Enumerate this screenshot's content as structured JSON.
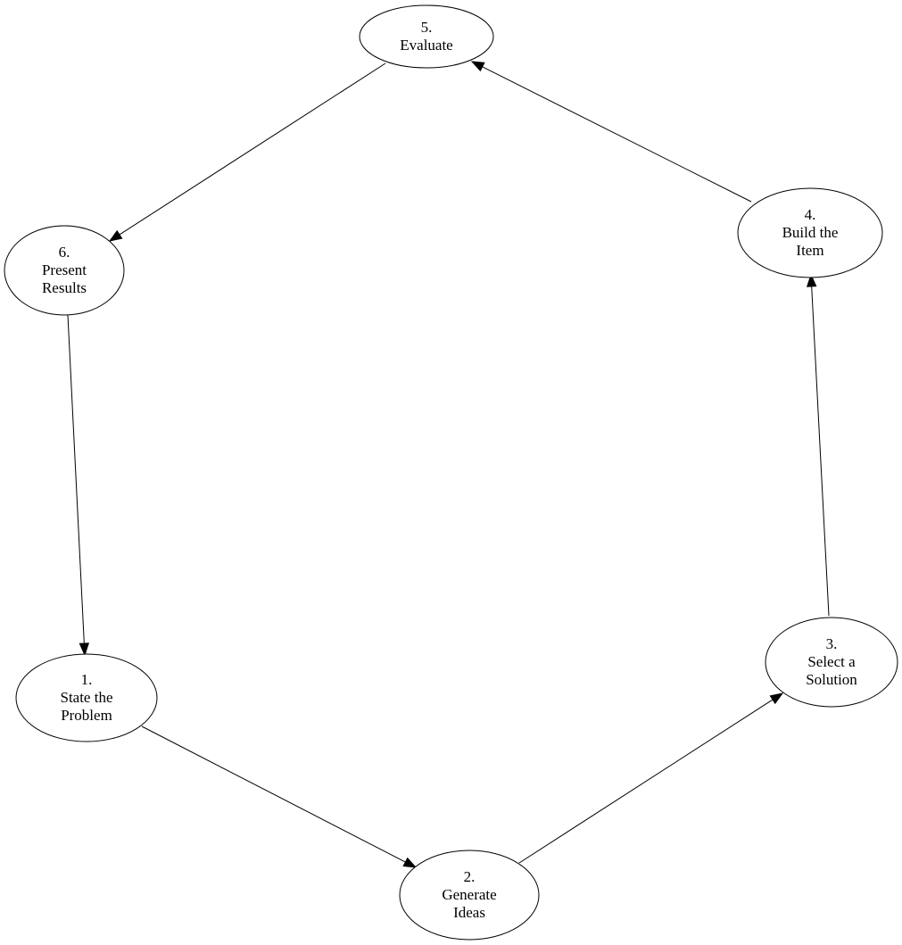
{
  "diagram": {
    "type": "directed-cycle",
    "colors": {
      "stroke": "#000000",
      "fill": "#ffffff",
      "text": "#000000"
    },
    "nodes": [
      {
        "id": "n1",
        "lines": [
          "1.",
          "State the",
          "Problem"
        ]
      },
      {
        "id": "n2",
        "lines": [
          "2.",
          "Generate",
          "Ideas"
        ]
      },
      {
        "id": "n3",
        "lines": [
          "3.",
          "Select a",
          "Solution"
        ]
      },
      {
        "id": "n4",
        "lines": [
          "4.",
          "Build the",
          "Item"
        ]
      },
      {
        "id": "n5",
        "lines": [
          "5.",
          "Evaluate"
        ]
      },
      {
        "id": "n6",
        "lines": [
          "6.",
          "Present",
          "Results"
        ]
      }
    ],
    "edges": [
      {
        "from": "n1",
        "to": "n2"
      },
      {
        "from": "n2",
        "to": "n3"
      },
      {
        "from": "n3",
        "to": "n4"
      },
      {
        "from": "n4",
        "to": "n5"
      },
      {
        "from": "n5",
        "to": "n6"
      },
      {
        "from": "n6",
        "to": "n1"
      }
    ]
  }
}
